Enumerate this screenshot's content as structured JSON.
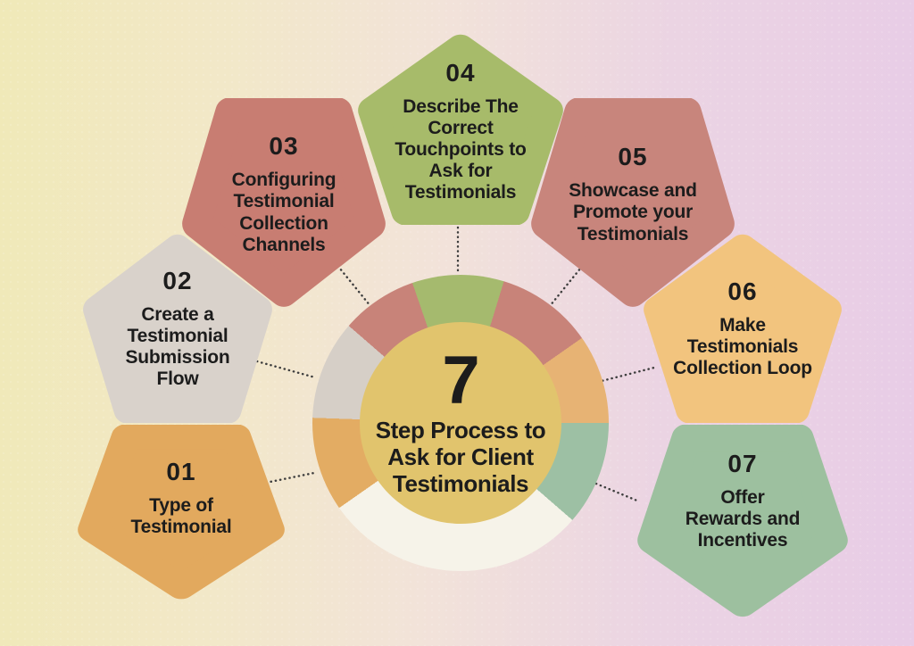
{
  "center": {
    "number": "7",
    "title": "Step Process to Ask for Client Testimonials"
  },
  "steps": [
    {
      "number": "01",
      "label": "Type of Testimonial",
      "color": "#e2a95e"
    },
    {
      "number": "02",
      "label": "Create a Testimonial Submission Flow",
      "color": "#d9d2cb"
    },
    {
      "number": "03",
      "label": "Configuring Testimonial Collection Channels",
      "color": "#c87d72"
    },
    {
      "number": "04",
      "label": "Describe The Correct Touchpoints to Ask for Testimonials",
      "color": "#a7bb6a"
    },
    {
      "number": "05",
      "label": "Showcase and Promote your Testimonials",
      "color": "#c8857c"
    },
    {
      "number": "06",
      "label": "Make Testimonials Collection Loop",
      "color": "#f2c47e"
    },
    {
      "number": "07",
      "label": "Offer Rewards and Incentives",
      "color": "#9dc09f"
    }
  ],
  "ring": {
    "inner_color": "#e1c46d",
    "segments": [
      {
        "color": "#a5ba6e",
        "from": 0,
        "to": 17
      },
      {
        "color": "#c88379",
        "from": 17,
        "to": 55
      },
      {
        "color": "#e7b374",
        "from": 55,
        "to": 90
      },
      {
        "color": "#9dc0a4",
        "from": 90,
        "to": 131
      },
      {
        "color": "#f6f3e9",
        "from": 131,
        "to": 235
      },
      {
        "color": "#e3ac63",
        "from": 235,
        "to": 272
      },
      {
        "color": "#d6cfc7",
        "from": 272,
        "to": 311
      },
      {
        "color": "#c88379",
        "from": 311,
        "to": 341
      },
      {
        "color": "#a5ba6e",
        "from": 341,
        "to": 360
      }
    ]
  },
  "background": {
    "stops": [
      "#f0e9b8",
      "#f2e8c8",
      "#f2e3d9",
      "#ebd4e3",
      "#e8cce6"
    ]
  },
  "text_color": "#1c1c1c",
  "connector_color": "#3d3d3d"
}
